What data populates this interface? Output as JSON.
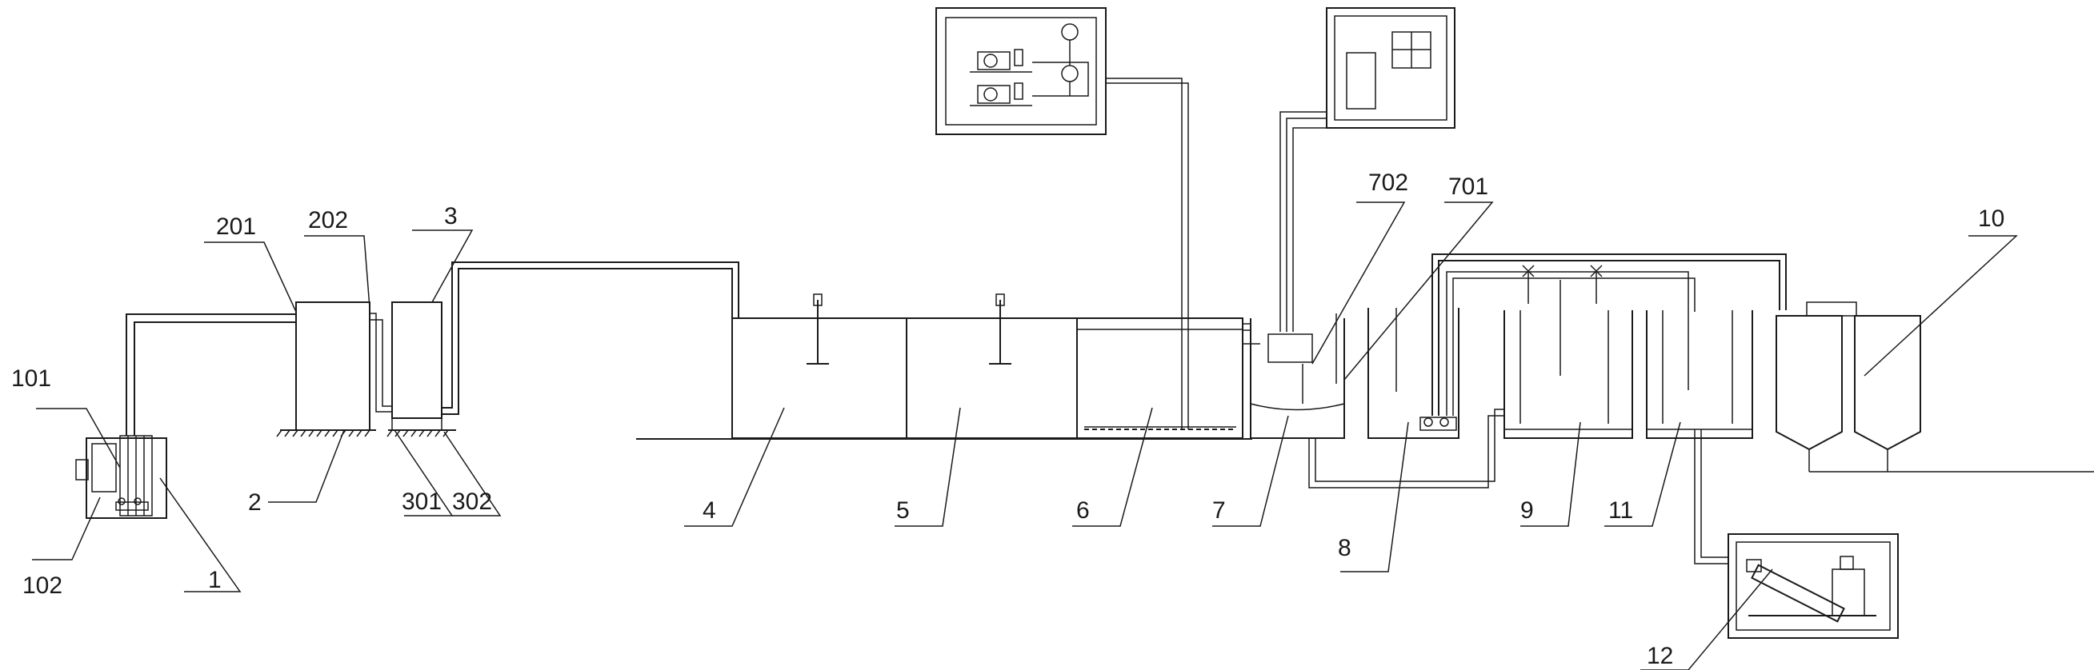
{
  "labels": {
    "l101": "101",
    "l102": "102",
    "l1": "1",
    "l201": "201",
    "l202": "202",
    "l2": "2",
    "l3": "3",
    "l301": "301",
    "l302": "302",
    "l4": "4",
    "l5": "5",
    "l6": "6",
    "l7": "7",
    "l701": "701",
    "l702": "702",
    "l8": "8",
    "l9": "9",
    "l10": "10",
    "l11": "11",
    "l12": "12"
  }
}
